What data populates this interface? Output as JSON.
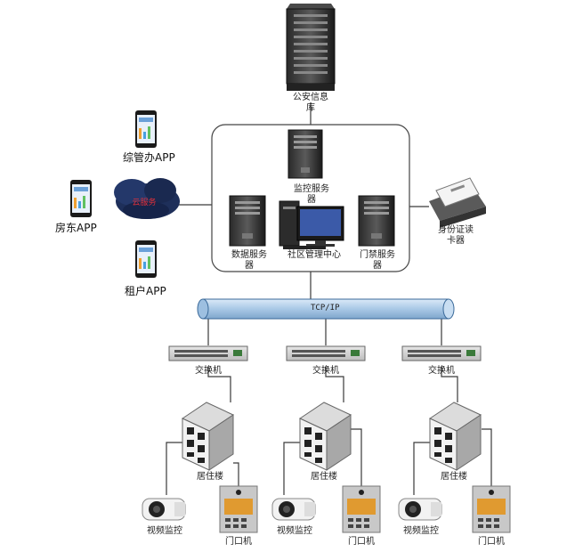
{
  "nodes": {
    "police_db": "公安信息库",
    "monitor_server": "监控服务器",
    "data_server": "数据服务器",
    "community_center": "社区管理中心",
    "access_server": "门禁服务器",
    "id_reader": "身份证读卡器",
    "cloud": "云服务",
    "bus": "TCP/IP"
  },
  "apps": {
    "zongguanban": "综管办APP",
    "fangdong": "房东APP",
    "zuhu": "租户APP"
  },
  "branches": [
    {
      "switch": "交换机",
      "building": "居住楼",
      "camera": "视频监控",
      "door": "门口机"
    },
    {
      "switch": "交换机",
      "building": "居住楼",
      "camera": "视频监控",
      "door": "门口机"
    },
    {
      "switch": "交换机",
      "building": "居住楼",
      "camera": "视频监控",
      "door": "门口机"
    }
  ],
  "colors": {
    "line": "#3a3a3a",
    "bus_fill": "#b8d4ee",
    "cloud": "#1e2f5a",
    "cloud_text": "#e0303a"
  }
}
